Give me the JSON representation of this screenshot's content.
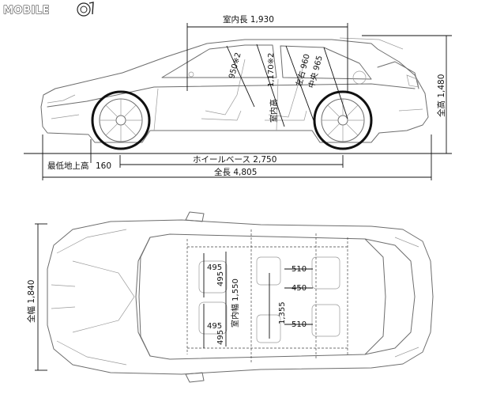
{
  "logo": {
    "text": "MOBILE"
  },
  "side_view": {
    "interior_length": "室内長 1,930",
    "seat_front": "950※2",
    "seat_rear": "1,170※2",
    "headroom_label": "室内高",
    "lr_rear": "左右 960",
    "center_rear": "中央 965",
    "height": "全高 1,480",
    "ground_clearance": "最低地上高",
    "ground_clearance_value": "160",
    "wheelbase": "ホイールベース 2,750",
    "overall_length": "全長 4,805"
  },
  "top_view": {
    "overall_width": "全幅 1,840",
    "interior_width": "室内幅 1,550",
    "seat_widths": [
      "495",
      "495",
      "495",
      "495"
    ],
    "rear_seat_width": "1,355",
    "rear_top": "510",
    "rear_middle": "450",
    "rear_bottom": "510"
  },
  "colors": {
    "line": "#111111",
    "car": "#6d6d6d"
  }
}
